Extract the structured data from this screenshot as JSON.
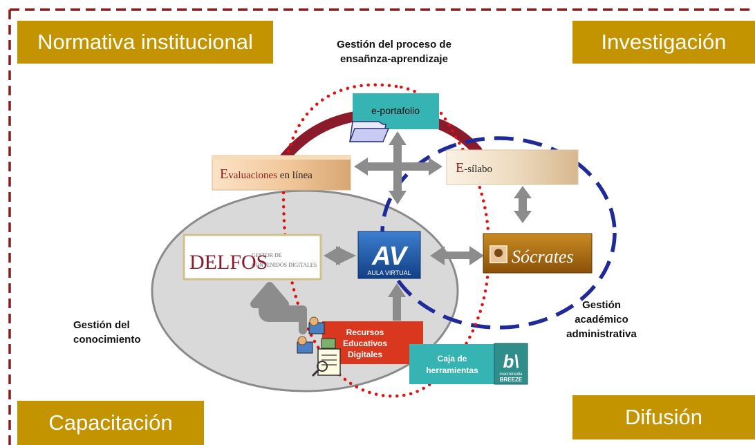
{
  "corners": {
    "top_left": "Normativa institucional",
    "top_right": "Investigación",
    "bottom_left": "Capacitación",
    "bottom_right": "Difusión"
  },
  "captions": {
    "teaching_line1": "Gestión del proceso de",
    "teaching_line2": "ensañnza-aprendizaje",
    "knowledge_line1": "Gestión del",
    "knowledge_line2": "conocimiento",
    "academic_line1": "Gestión",
    "academic_line2": "académico",
    "academic_line3": "administrativa"
  },
  "nodes": {
    "eportfolio": "e-portafolio",
    "evaluations_highlight": "E",
    "evaluations_word": "valuaciones",
    "evaluations_tail": " en línea",
    "esilabo_highlight": "E",
    "esilabo_tail": "-sílabo",
    "delfos_logo": "DELFOS",
    "delfos_sub1": "GESTOR DE",
    "delfos_sub2": "CONTENIDOS DIGITALES",
    "aula_logo": "AV",
    "aula_sub": "AULA VIRTUAL",
    "socrates": "Sócrates",
    "recursos_line1": "Recursos",
    "recursos_line2": "Educativos",
    "recursos_line3": "Digitales",
    "caja_line1": "Caja de",
    "caja_line2": "herramientas",
    "breeze_logo": "b\\",
    "breeze_sub1": "macromedia",
    "breeze_sub2": "BREEZE"
  },
  "colors": {
    "frame_dash": "#8b1a1a",
    "corner_box": "#c39400",
    "ellipse_fill": "#d9d9d9",
    "blue_dash": "#1f2a99",
    "red_dots": "#e01010",
    "maroon_arc": "#8b1a2b",
    "teal_box": "#36b3b3",
    "red_box": "#d9381e",
    "socrates_box": "#a86a12",
    "aula_box": "#1e5aa8",
    "arrow_gray": "#8c8c8c"
  }
}
